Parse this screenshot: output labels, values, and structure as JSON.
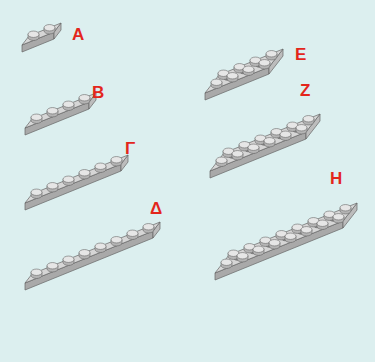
{
  "diagram": {
    "labels": [
      "A",
      "B",
      "Γ",
      "Δ",
      "E",
      "Z",
      "H"
    ]
  }
}
